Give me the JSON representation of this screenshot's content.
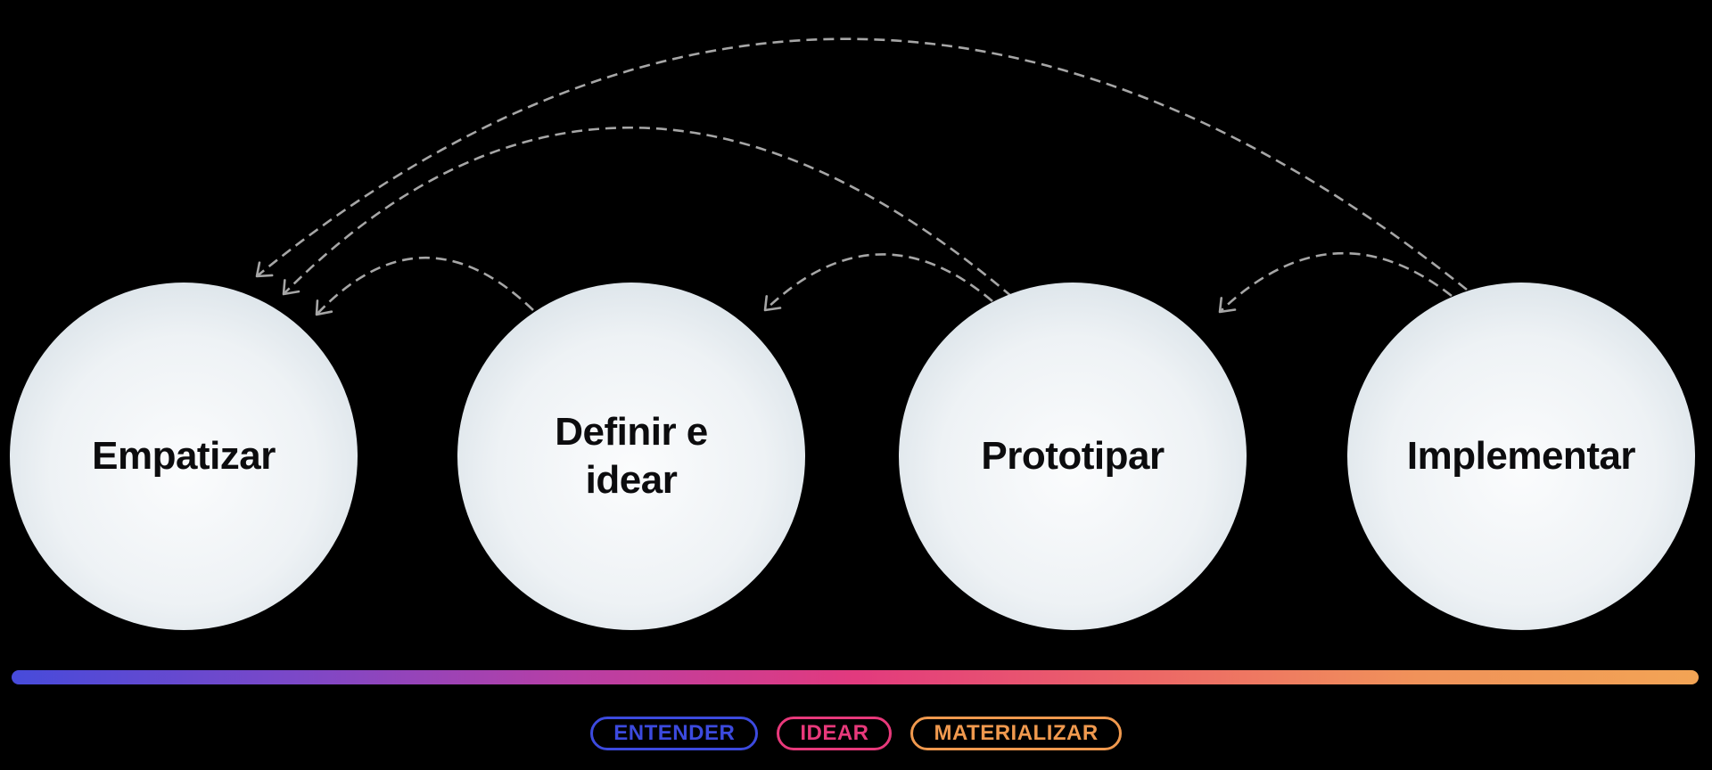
{
  "background_color": "#000000",
  "nodes": [
    {
      "id": "empatizar",
      "label": "Empatizar"
    },
    {
      "id": "definir",
      "label": "Definir e\nidear"
    },
    {
      "id": "prototipar",
      "label": "Prototipar"
    },
    {
      "id": "implementar",
      "label": "Implementar"
    }
  ],
  "node_style": {
    "fill_center": "#fbfcfd",
    "fill_mid": "#eef2f5",
    "fill_edge": "#cbd7df",
    "text_color": "#0c0c0e"
  },
  "arrows": {
    "color": "#a6a6a6",
    "style": "dashed",
    "edges": [
      {
        "from": "implementar",
        "to": "empatizar"
      },
      {
        "from": "prototipar",
        "to": "empatizar"
      },
      {
        "from": "definir",
        "to": "empatizar"
      },
      {
        "from": "prototipar",
        "to": "definir"
      },
      {
        "from": "implementar",
        "to": "prototipar"
      }
    ]
  },
  "timeline": {
    "gradient": [
      "#474bda",
      "#7b48c8",
      "#b83fa5",
      "#e23a7e",
      "#ec6567",
      "#f0925a",
      "#f2a455"
    ]
  },
  "legend": [
    {
      "label": "ENTENDER",
      "color": "#3c4ade"
    },
    {
      "label": "IDEAR",
      "color": "#e8397b"
    },
    {
      "label": "MATERIALIZAR",
      "color": "#f0994e"
    }
  ]
}
